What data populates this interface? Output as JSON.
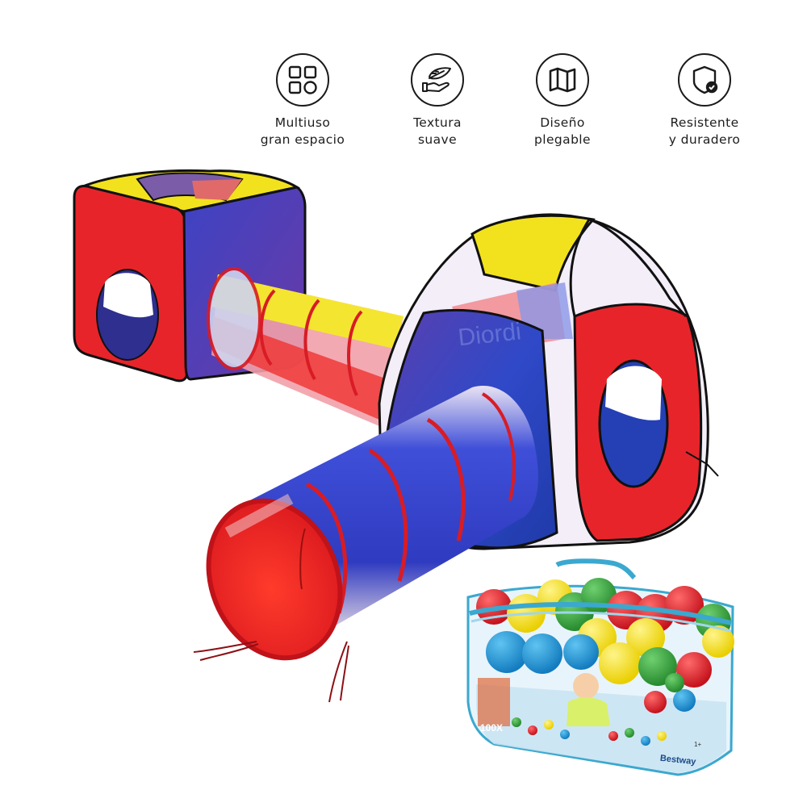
{
  "features": [
    {
      "icon": "grid-shapes-icon",
      "line1": "Multiuso",
      "line2": "gran espacio"
    },
    {
      "icon": "hand-feather-icon",
      "line1": "Textura",
      "line2": "suave"
    },
    {
      "icon": "folded-map-icon",
      "line1": "Diseño",
      "line2": "plegable"
    },
    {
      "icon": "shield-check-icon",
      "line1": "Resistente",
      "line2": "y duradero"
    }
  ],
  "product": {
    "watermark": "Diordi",
    "bag": {
      "count_label": "100X",
      "brand": "Bestway",
      "age_label": "1+"
    }
  },
  "colors": {
    "red": "#e8242b",
    "blue": "#2c3fb8",
    "yellow": "#f2e21e",
    "purple": "#5a3aa8",
    "bag_trim": "#3ba8cf",
    "ball_green": "#3aa13a",
    "ball_blue": "#1f8fd0"
  }
}
